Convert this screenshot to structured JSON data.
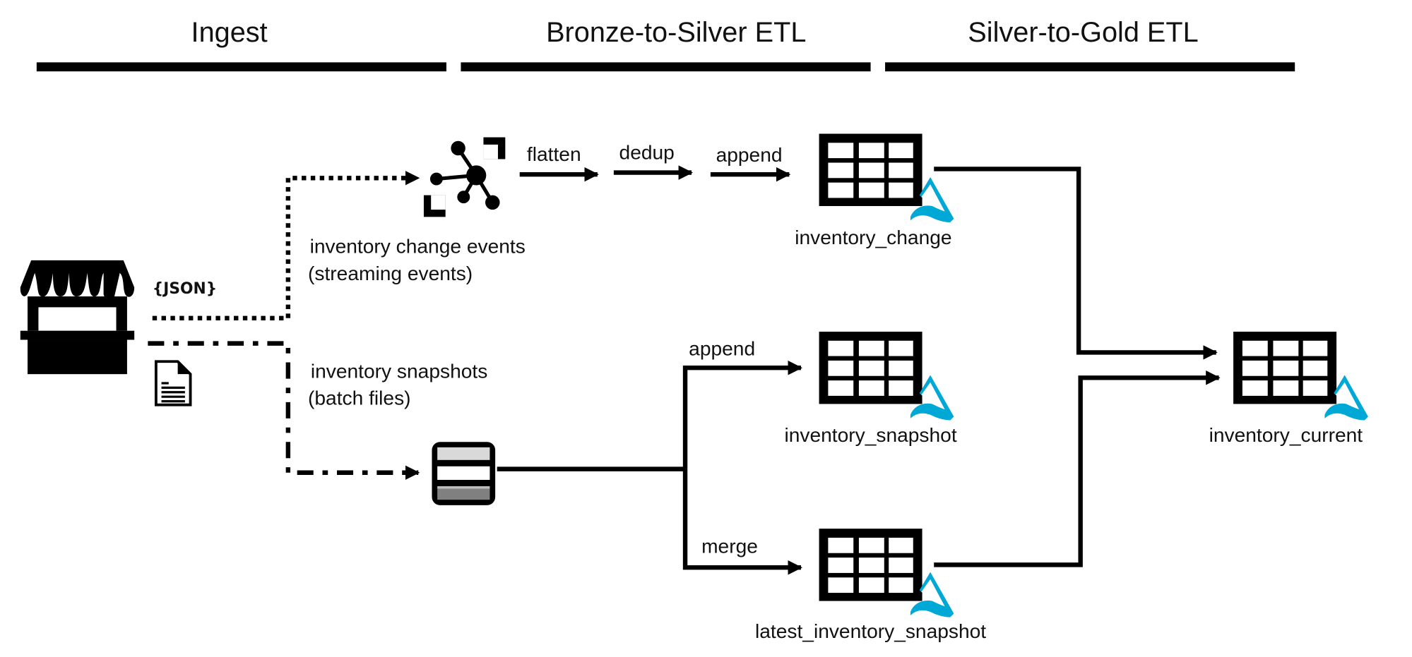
{
  "stages": [
    {
      "label": "Ingest"
    },
    {
      "label": "Bronze-to-Silver ETL"
    },
    {
      "label": "Silver-to-Gold ETL"
    }
  ],
  "source": {
    "icon": "store-icon",
    "json_badge": "{JSON}",
    "file_icon": "document-icon"
  },
  "streams": {
    "change_events": {
      "line1": "inventory change events",
      "line2": "(streaming events)",
      "icon": "stream-events-icon",
      "line_style": "dotted"
    },
    "snapshots": {
      "line1": "inventory snapshots",
      "line2": "(batch files)",
      "icon": "file-storage-icon",
      "line_style": "dash-dot"
    }
  },
  "operations": {
    "flatten": "flatten",
    "dedup": "dedup",
    "append_change": "append",
    "append_snapshot": "append",
    "merge": "merge"
  },
  "tables": {
    "inventory_change": "inventory_change",
    "inventory_snapshot": "inventory_snapshot",
    "latest_inventory_snapshot": "latest_inventory_snapshot",
    "inventory_current": "inventory_current"
  },
  "colors": {
    "delta_logo": "#00A8D6",
    "foreground": "#000000",
    "storage_top": "#D9D9D9",
    "storage_bottom": "#808080"
  }
}
